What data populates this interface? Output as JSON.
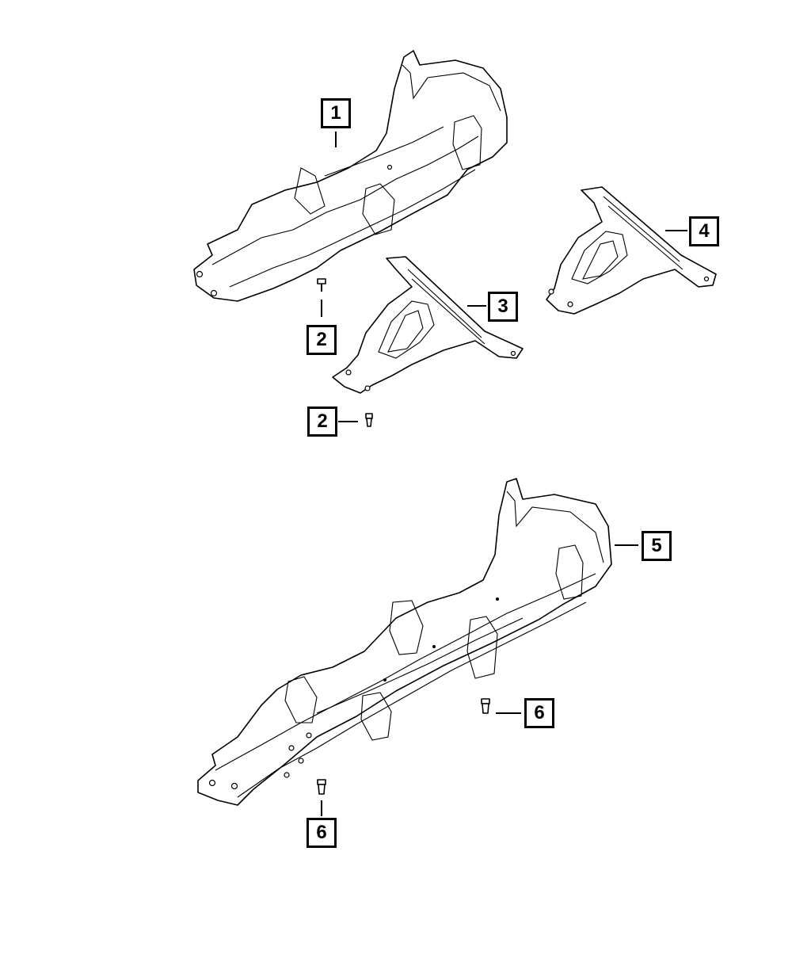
{
  "callouts": [
    {
      "id": "c1",
      "label": "1"
    },
    {
      "id": "c2a",
      "label": "2"
    },
    {
      "id": "c2b",
      "label": "2"
    },
    {
      "id": "c3",
      "label": "3"
    },
    {
      "id": "c4",
      "label": "4"
    },
    {
      "id": "c5",
      "label": "5"
    },
    {
      "id": "c6a",
      "label": "6"
    },
    {
      "id": "c6b",
      "label": "6"
    }
  ]
}
